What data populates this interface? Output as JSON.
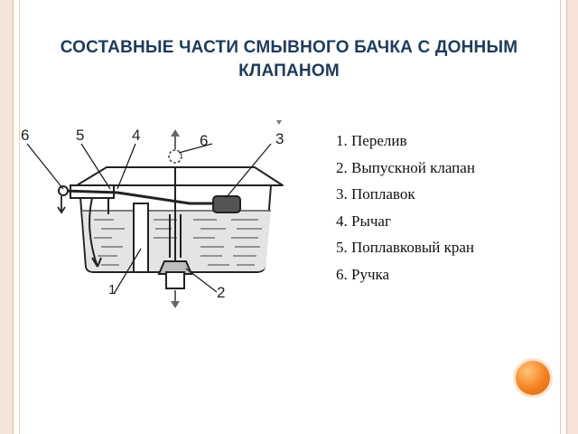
{
  "slide": {
    "title": "СОСТАВНЫЕ ЧАСТИ СМЫВНОГО БАЧКА С ДОННЫМ КЛАПАНОМ",
    "legend": [
      "1. Перелив",
      "2. Выпускной клапан",
      "3. Поплавок",
      "4. Рычаг",
      "5. Поплавковый кран",
      "6. Ручка"
    ]
  },
  "diagram": {
    "callouts": [
      "6",
      "5",
      "4",
      "6",
      "3",
      "1",
      "2"
    ]
  },
  "colors": {
    "title": "#1f3b5a",
    "frame": "#f6e3d8",
    "accent_dot": "#f4811f"
  }
}
